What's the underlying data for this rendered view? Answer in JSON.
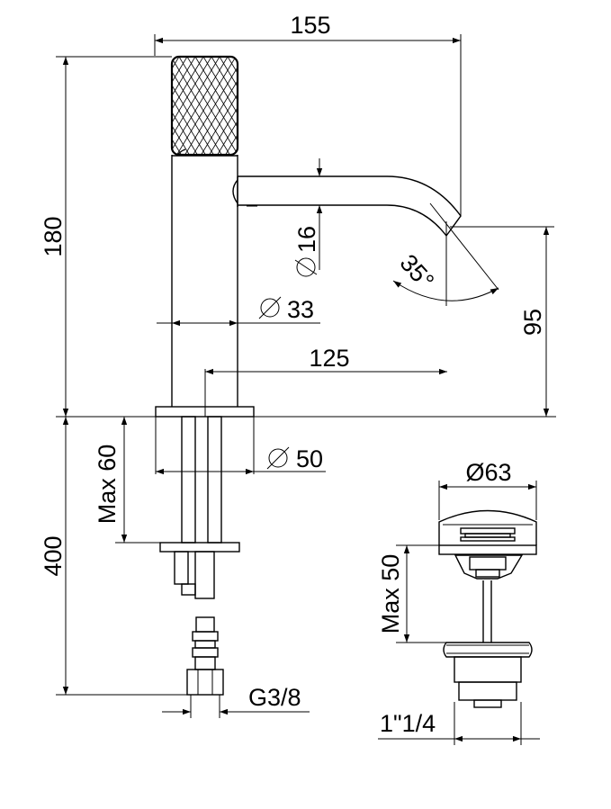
{
  "dimensions": {
    "overall_width": "155",
    "overall_height": "180",
    "spout_diameter": "16",
    "body_diameter": "33",
    "spout_angle": "35°",
    "spout_height": "95",
    "spout_reach": "125",
    "base_diameter": "50",
    "max_deck_thickness": "Max 60",
    "hose_length": "400",
    "connection_thread": "G3/8",
    "waste_diameter": "Ø63",
    "waste_max_thickness": "Max 50",
    "waste_thread": "1\"1/4"
  },
  "colors": {
    "line": "#000000",
    "background": "#ffffff"
  }
}
